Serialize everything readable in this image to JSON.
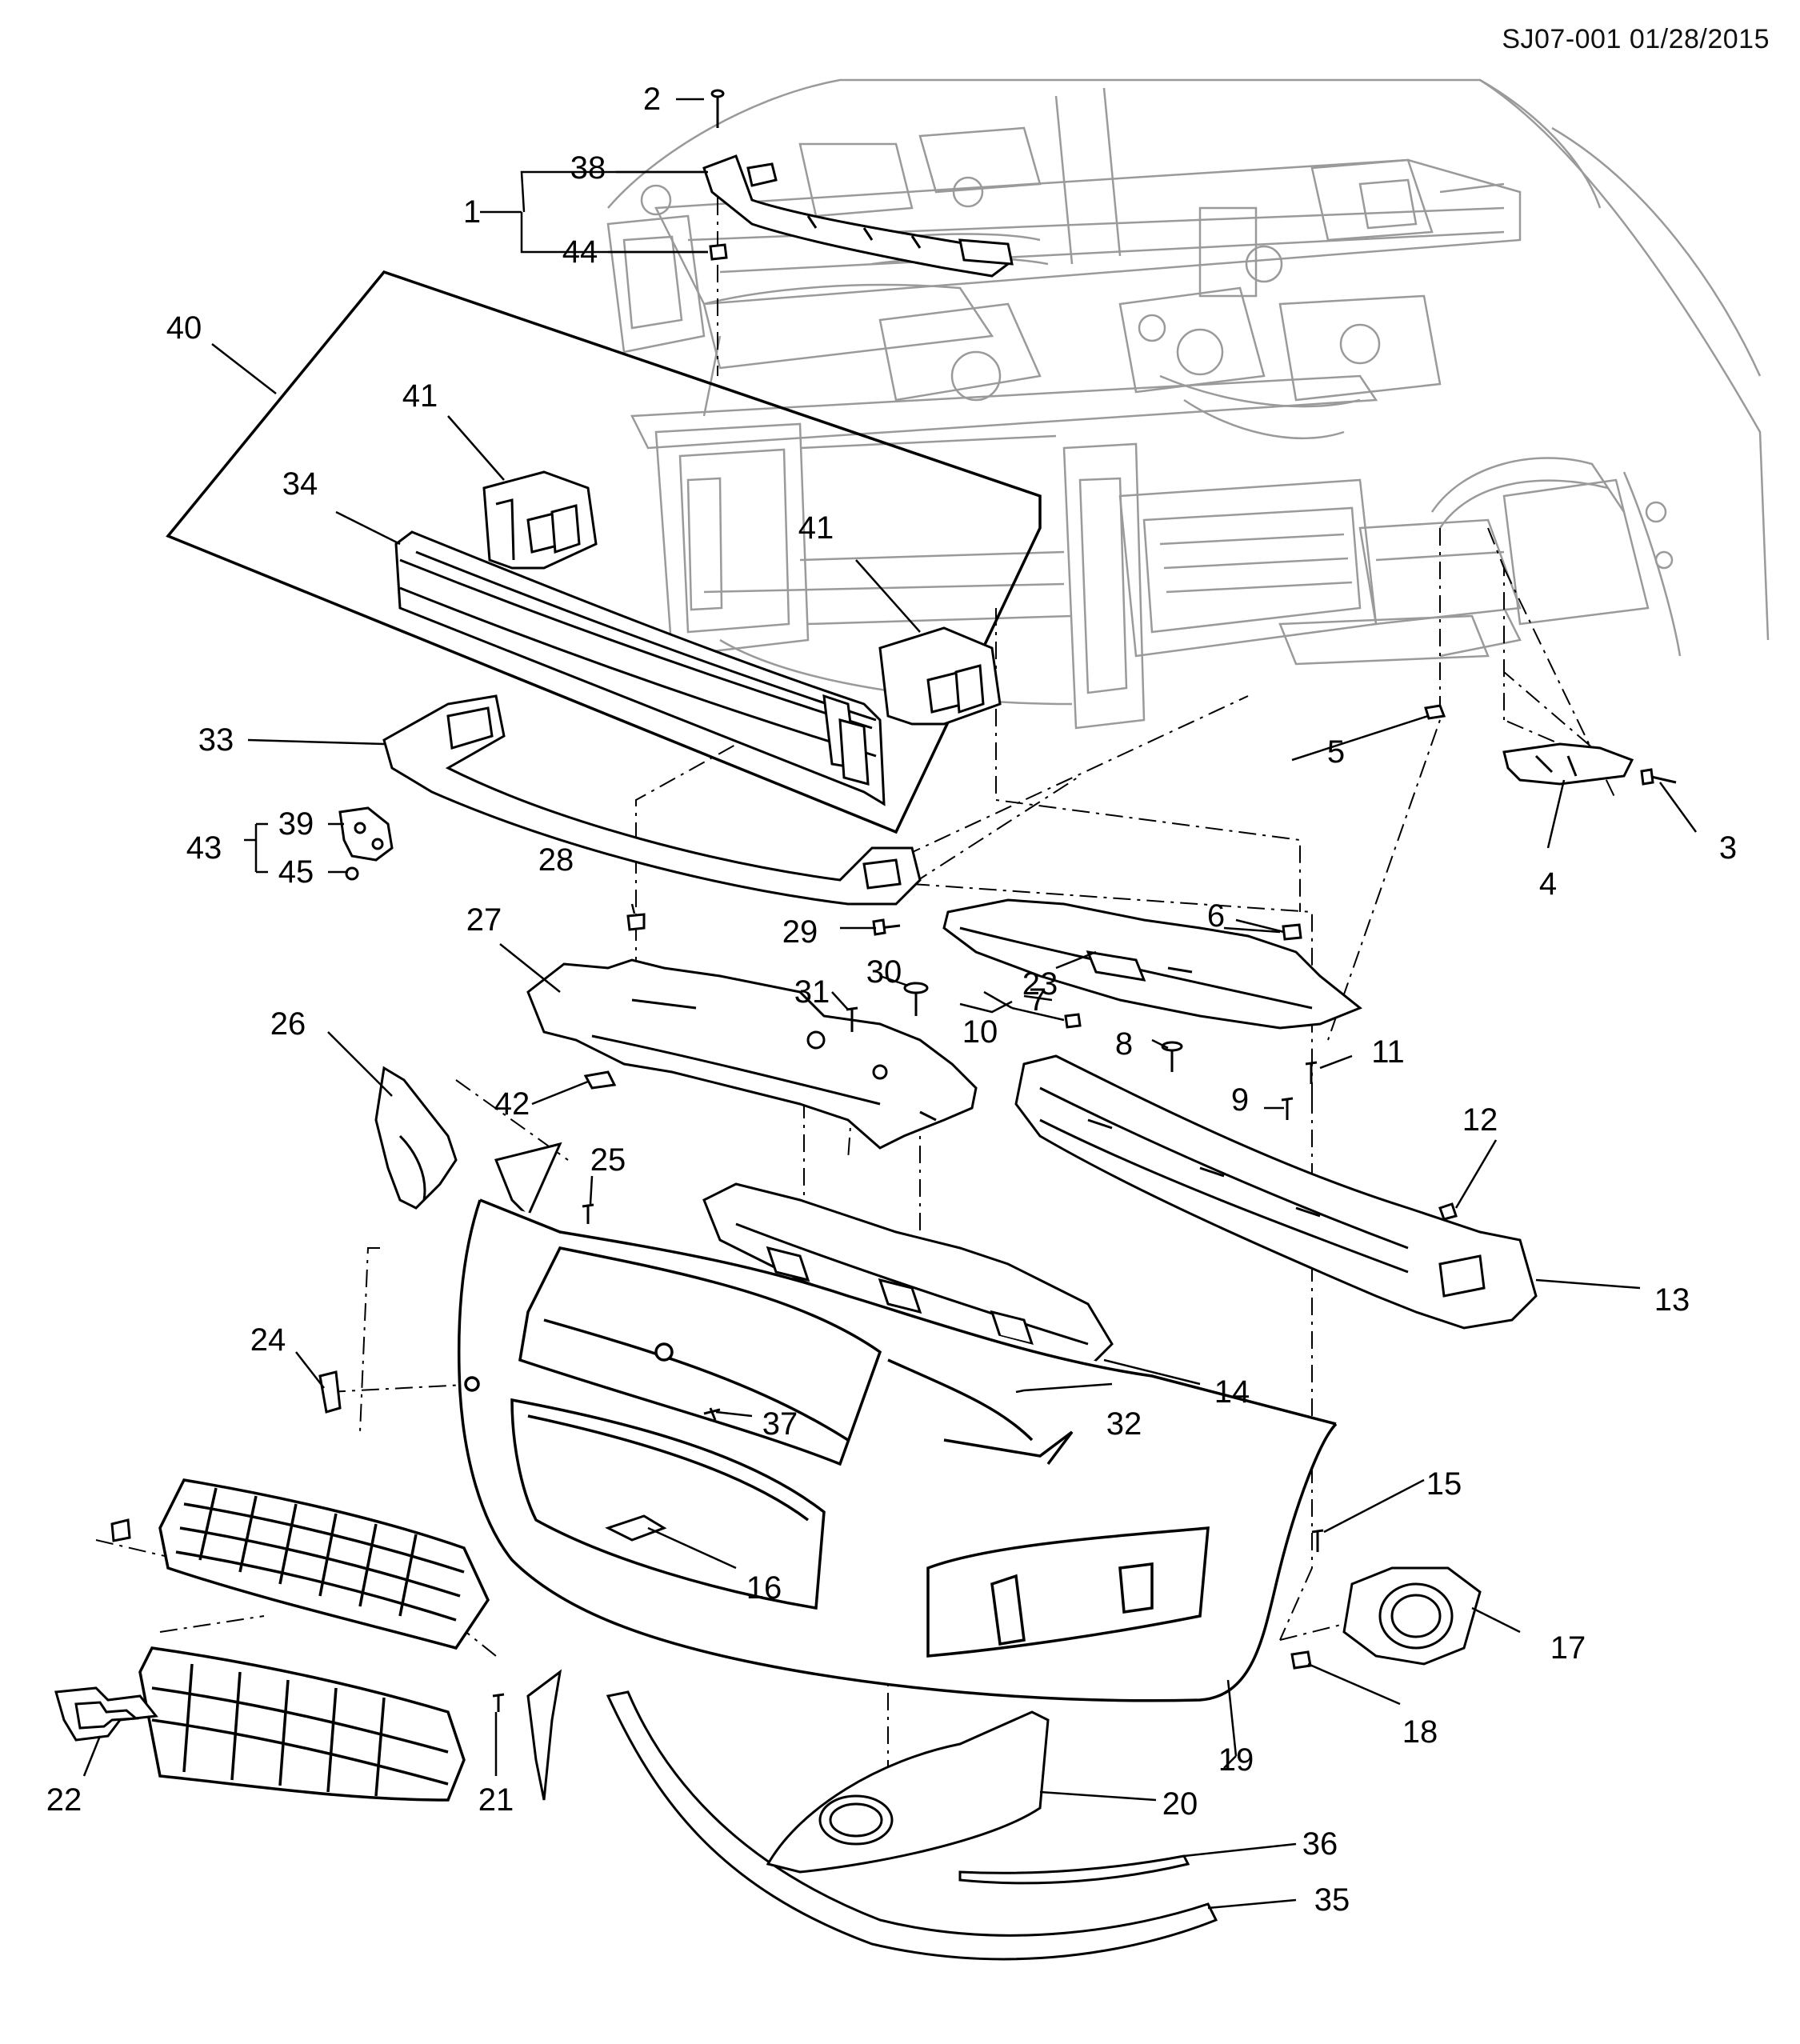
{
  "header": {
    "doc_id": "SJ07-001 01/28/2015"
  },
  "callouts": [
    {
      "id": "c1",
      "label": "1"
    },
    {
      "id": "c2",
      "label": "2"
    },
    {
      "id": "c3",
      "label": "3"
    },
    {
      "id": "c4",
      "label": "4"
    },
    {
      "id": "c5",
      "label": "5"
    },
    {
      "id": "c6",
      "label": "6"
    },
    {
      "id": "c7",
      "label": "7"
    },
    {
      "id": "c8",
      "label": "8"
    },
    {
      "id": "c9",
      "label": "9"
    },
    {
      "id": "c10",
      "label": "10"
    },
    {
      "id": "c11",
      "label": "11"
    },
    {
      "id": "c12",
      "label": "12"
    },
    {
      "id": "c13",
      "label": "13"
    },
    {
      "id": "c14",
      "label": "14"
    },
    {
      "id": "c15",
      "label": "15"
    },
    {
      "id": "c16",
      "label": "16"
    },
    {
      "id": "c17",
      "label": "17"
    },
    {
      "id": "c18",
      "label": "18"
    },
    {
      "id": "c19",
      "label": "19"
    },
    {
      "id": "c20",
      "label": "20"
    },
    {
      "id": "c21",
      "label": "21"
    },
    {
      "id": "c22",
      "label": "22"
    },
    {
      "id": "c23",
      "label": "23"
    },
    {
      "id": "c24",
      "label": "24"
    },
    {
      "id": "c25",
      "label": "25"
    },
    {
      "id": "c26",
      "label": "26"
    },
    {
      "id": "c27",
      "label": "27"
    },
    {
      "id": "c28",
      "label": "28"
    },
    {
      "id": "c29",
      "label": "29"
    },
    {
      "id": "c30",
      "label": "30"
    },
    {
      "id": "c31",
      "label": "31"
    },
    {
      "id": "c32",
      "label": "32"
    },
    {
      "id": "c33",
      "label": "33"
    },
    {
      "id": "c34",
      "label": "34"
    },
    {
      "id": "c35",
      "label": "35"
    },
    {
      "id": "c36",
      "label": "36"
    },
    {
      "id": "c37",
      "label": "37"
    },
    {
      "id": "c38",
      "label": "38"
    },
    {
      "id": "c39",
      "label": "39"
    },
    {
      "id": "c40",
      "label": "40"
    },
    {
      "id": "c41a",
      "label": "41"
    },
    {
      "id": "c41b",
      "label": "41"
    },
    {
      "id": "c42",
      "label": "42"
    },
    {
      "id": "c43",
      "label": "43"
    },
    {
      "id": "c44",
      "label": "44"
    },
    {
      "id": "c45",
      "label": "45"
    }
  ]
}
